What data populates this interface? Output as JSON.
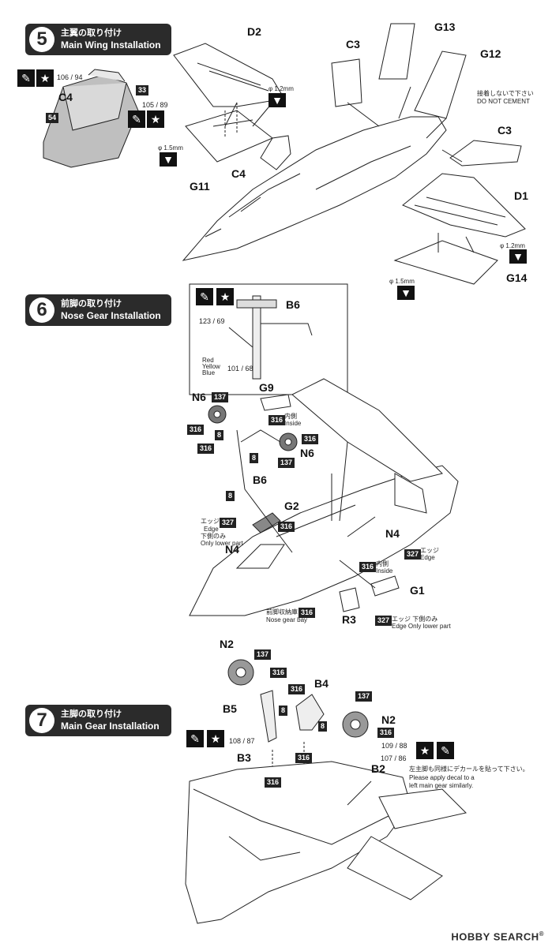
{
  "steps": [
    {
      "number": "5",
      "jp": "主翼の取り付け",
      "en": "Main Wing Installation"
    },
    {
      "number": "6",
      "jp": "前脚の取り付け",
      "en": "Nose Gear Installation"
    },
    {
      "number": "7",
      "jp": "主脚の取り付け",
      "en": "Main Gear Installation"
    }
  ],
  "step5": {
    "parts": {
      "D2": "D2",
      "C3a": "C3",
      "G13": "G13",
      "G12": "G12",
      "C3b": "C3",
      "C4a": "C4",
      "C4b": "C4",
      "G11": "G11",
      "D1": "D1",
      "G14": "G14",
      "num54": "54",
      "num33": "33"
    },
    "drill_a": "φ 1.2mm",
    "drill_b": "φ 1.5mm",
    "drill_c": "φ 1.2mm",
    "drill_d": "φ 1.5mm",
    "paint_a": "106 / 94",
    "paint_b": "105 / 89",
    "do_not_cement_jp": "接着しないで下さい",
    "do_not_cement_en": "DO NOT CEMENT"
  },
  "step6": {
    "parts": {
      "B6a": "B6",
      "N6a": "N6",
      "G9": "G9",
      "N6b": "N6",
      "B6b": "B6",
      "G2": "G2",
      "N4a": "N4",
      "N4b": "N4",
      "G1": "G1",
      "R3": "R3"
    },
    "paint_a": "123 / 69",
    "paint_b": "101 / 68",
    "colors": [
      "Red",
      "Yellow",
      "Blue"
    ],
    "codes": {
      "c137a": "137",
      "c316a": "316",
      "c8a": "8",
      "c316b": "316",
      "c316c": "316",
      "c137b": "137",
      "c8b": "8",
      "c8c": "8",
      "c327a": "327",
      "c316d": "316",
      "c316e": "316",
      "c327b": "327",
      "c316f": "316",
      "c327c": "327"
    },
    "inside_jp": "内側",
    "inside_en": "Inside",
    "edge_jp": "エッジ",
    "edge_en": "Edge",
    "lower_jp": "下側のみ",
    "lower_en": "Only lower part",
    "edge2_jp": "エッジ",
    "edge2_en": "Edge",
    "inside2_jp": "内側",
    "inside2_en": "Inside",
    "bay_jp": "前脚収納庫",
    "bay_en": "Nose gear bay",
    "edge3_jp": "エッジ 下側のみ",
    "edge3_en": "Edge  Only lower part"
  },
  "step7": {
    "parts": {
      "N2a": "N2",
      "B4": "B4",
      "B5": "B5",
      "N2b": "N2",
      "B3": "B3",
      "B2": "B2"
    },
    "codes": {
      "c137a": "137",
      "c316a": "316",
      "c316b": "316",
      "c137b": "137",
      "c8a": "8",
      "c8b": "8",
      "c316c": "316",
      "c316d": "316",
      "c316e": "316"
    },
    "paint_a": "108 / 87",
    "paint_b": "109 / 88",
    "paint_c": "107 / 86",
    "note_jp": "左主脚も同様にデカールを貼って下さい。",
    "note_en1": "Please apply decal to a",
    "note_en2": "left main gear similarly."
  },
  "watermark": {
    "brand": "HOBBY SEARCH"
  }
}
